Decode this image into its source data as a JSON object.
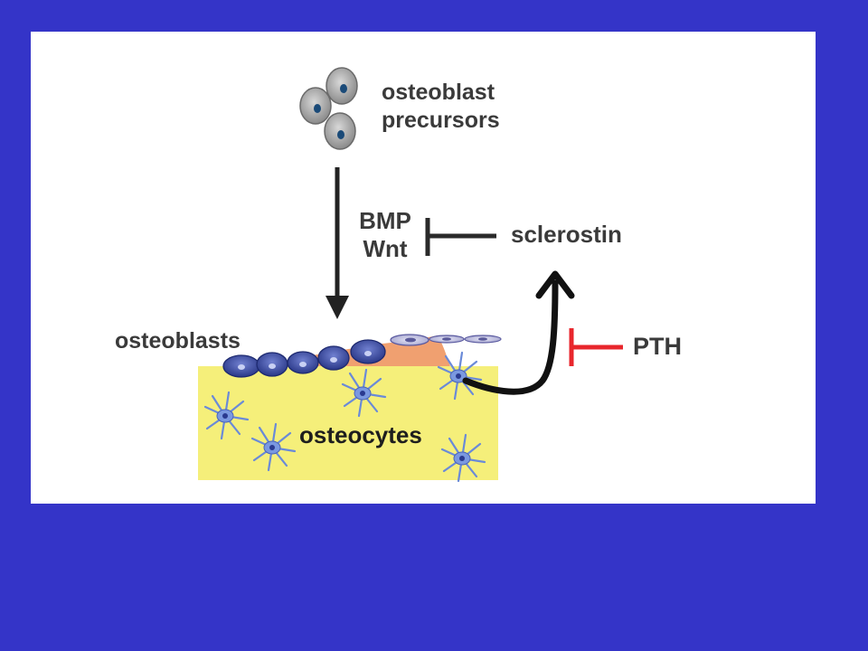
{
  "colors": {
    "slide_background": "#3434c8",
    "panel_background": "#ffffff",
    "bone_matrix": "#f5ef7a",
    "osteoid": "#f0a070",
    "osteoblast": "#3a4aa0",
    "osteocyte": "#6a8ad8",
    "inhibitor_red": "#e8262c",
    "arrow_dark": "#222222"
  },
  "diagram": {
    "precursors_label_line1": "osteoblast",
    "precursors_label_line2": "precursors",
    "signal_label_line1": "BMP",
    "signal_label_line2": "Wnt",
    "inhibitor_label": "sclerostin",
    "hormone_label": "PTH",
    "osteoblasts_label": "osteoblasts",
    "osteocytes_label": "osteocytes"
  },
  "icons": {
    "precursor_cell": "precursor-cell-icon",
    "osteoblast_cell": "osteoblast-cell-icon",
    "lining_cell": "lining-cell-icon",
    "osteocyte_cell": "osteocyte-cell-icon"
  }
}
